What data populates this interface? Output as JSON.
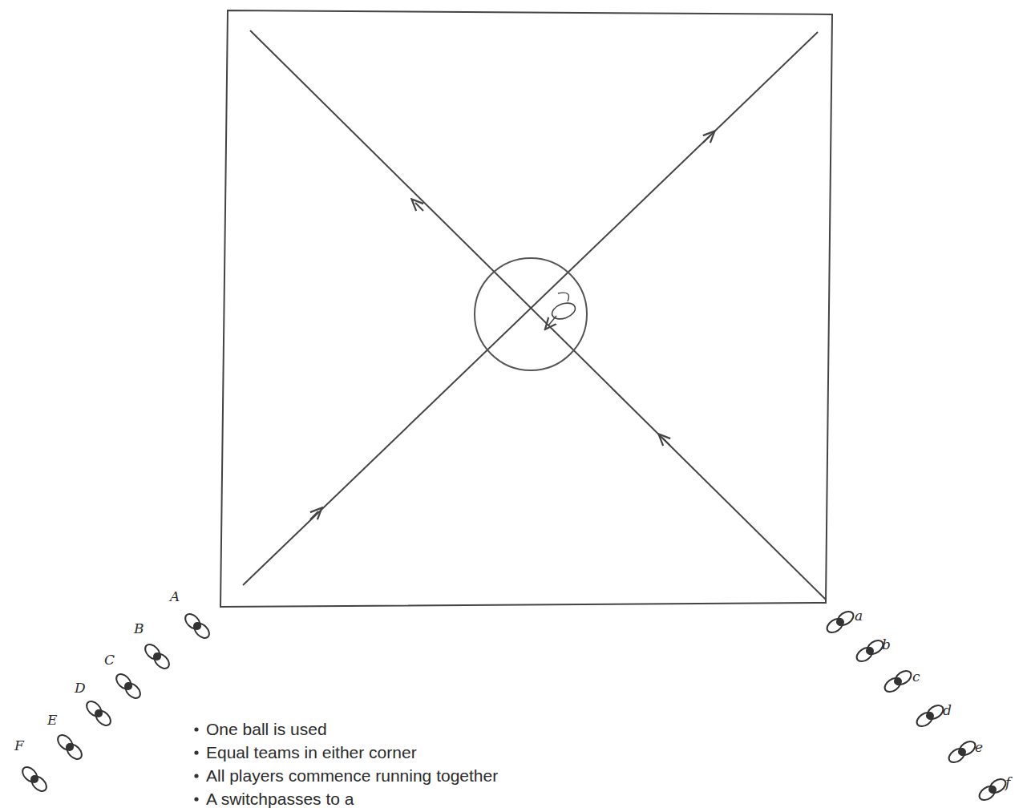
{
  "diagram": {
    "labels": [
      "A",
      "B",
      "C",
      "D",
      "E",
      "F",
      "a",
      "b",
      "c",
      "d",
      "e",
      "f",
      "One ball is used",
      "Equal teams in either corner",
      "All players commence running together",
      "A switchpasses to a"
    ]
  }
}
